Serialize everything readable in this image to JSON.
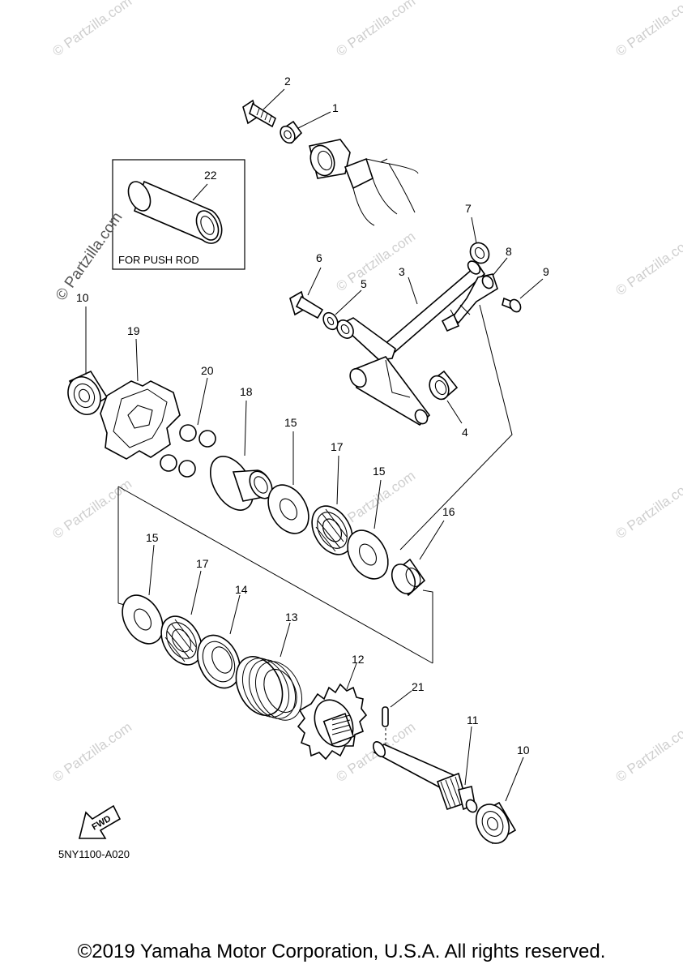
{
  "watermark_text": "© Partzilla.com",
  "inset": {
    "part_number": "22",
    "caption": "FOR PUSH ROD",
    "watermark": "© Partzilla.com"
  },
  "callouts": [
    {
      "n": "1"
    },
    {
      "n": "2"
    },
    {
      "n": "3"
    },
    {
      "n": "4"
    },
    {
      "n": "5"
    },
    {
      "n": "6"
    },
    {
      "n": "7"
    },
    {
      "n": "8"
    },
    {
      "n": "9"
    },
    {
      "n": "10"
    },
    {
      "n": "19"
    },
    {
      "n": "20"
    },
    {
      "n": "18"
    },
    {
      "n": "15"
    },
    {
      "n": "17"
    },
    {
      "n": "15"
    },
    {
      "n": "16"
    },
    {
      "n": "15"
    },
    {
      "n": "17"
    },
    {
      "n": "14"
    },
    {
      "n": "13"
    },
    {
      "n": "12"
    },
    {
      "n": "21"
    },
    {
      "n": "11"
    },
    {
      "n": "10"
    }
  ],
  "fwd_label": "FWD",
  "diagram_code": "5NY1100-A020",
  "copyright": "©2019 Yamaha Motor Corporation, U.S.A. All rights reserved."
}
